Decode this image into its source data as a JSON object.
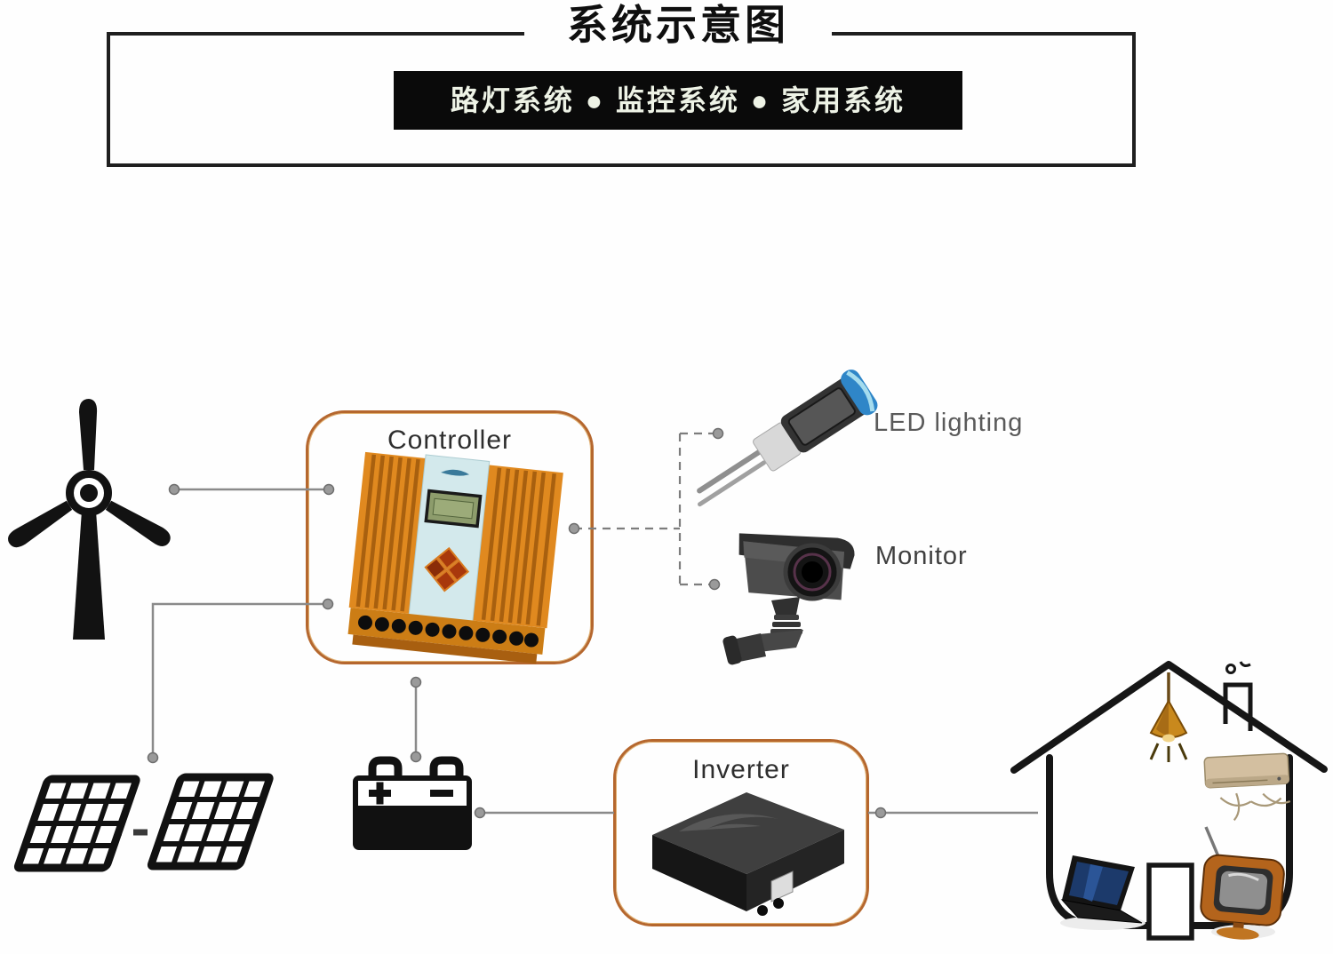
{
  "header": {
    "title": "系统示意图",
    "banner": "路灯系统 ● 监控系统 ● 家用系统"
  },
  "nodes": {
    "wind_turbine": {
      "icon": "wind-turbine"
    },
    "solar_panels": {
      "icon": "solar-panel-array",
      "panel_count": 2
    },
    "controller": {
      "label": "Controller"
    },
    "battery": {
      "icon": "battery",
      "plus_icon": "plus",
      "minus_icon": "minus"
    },
    "inverter": {
      "label": "Inverter"
    },
    "led_lighting": {
      "label": "LED lighting",
      "icon": "led-street-lamp"
    },
    "monitor": {
      "label": "Monitor",
      "icon": "cctv-camera"
    },
    "house": {
      "icon": "house",
      "appliances": [
        "pendant-lamp",
        "air-conditioner",
        "laptop",
        "tv"
      ]
    }
  },
  "edges": [
    {
      "from": "wind_turbine",
      "to": "controller",
      "style": "solid"
    },
    {
      "from": "solar_panels",
      "to": "controller",
      "style": "solid"
    },
    {
      "from": "controller",
      "to": "battery",
      "style": "solid"
    },
    {
      "from": "battery",
      "to": "inverter",
      "style": "solid"
    },
    {
      "from": "inverter",
      "to": "house",
      "style": "solid"
    },
    {
      "from": "controller",
      "to": "led_lighting",
      "style": "dashed"
    },
    {
      "from": "controller",
      "to": "monitor",
      "style": "dashed"
    }
  ],
  "colors": {
    "frame_border": "#1f1f1f",
    "banner_bg": "#0a0a0a",
    "banner_text": "#eef3e6",
    "node_box_border": "#b5672e",
    "wire": "#8a8a8a",
    "wire_dot": "#999999",
    "controller_body": "#e0891f",
    "lamp_cap_blue": "#2f86c8",
    "tv_orange": "#b4641c",
    "pendant_lamp_gold": "#c9891d"
  }
}
